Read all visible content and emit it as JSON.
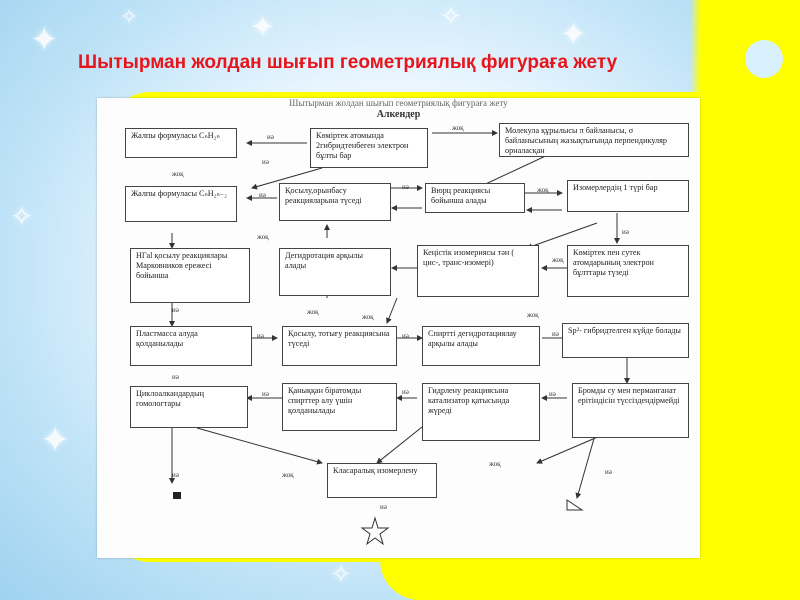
{
  "slide": {
    "title": "Шытырман жолдан шығып геометриялық фигураға жету"
  },
  "scan": {
    "header": "Шытырман жолдан шығып геометриялық фигураға жету",
    "subtitle": "Алкендер",
    "boxes": {
      "b1": "Жалпы формуласы CₙH₂ₙ",
      "b2": "Көміртек атомында 2гибридтенбеген электрон бұлты бар",
      "b3": "Молекула құрылысы π байланысы, σ байланысының жазықтығында перпендикуляр орналасқан",
      "b4": "Жалпы формуласы CₙH₂ₙ₋₂",
      "b5": "Қосылу,орынбасу реакцияларына түседі",
      "b6": "Вюрц реакциясы бойынша алады",
      "b7": "Изомерлердің 1 түрі бар",
      "b8": "HГаl қосылу реакциялары Марковников ережесі бойынша",
      "b9": "Дегидротация арқылы алады",
      "b10": "Кеңістік изомериясы тән ( цис-, транс-изомері)",
      "b11": "Көміртек пен сутек атомдарының электрон бұлттары түзеді",
      "b12": "Пластмасса алуда қолданылады",
      "b13": "Қосылу, тотығу реакциясына түседі",
      "b14": "Спиртті дегидротациялау арқылы алады",
      "b15": "Sp²- гибридтелген күйде болады",
      "b16": "Циклоалкандардың гомологтары",
      "b17": "Қаныққан біратомды спирттер алу үшін қолданылады",
      "b18": "Гидрлену реакциясына катализатор қатысында жүреді",
      "b19": "Бромды су мен перманганат ерітіндісін түссіздендірмейді",
      "b20": "Класаралық изомерлену"
    },
    "yes": "иә",
    "no": "жоқ"
  }
}
